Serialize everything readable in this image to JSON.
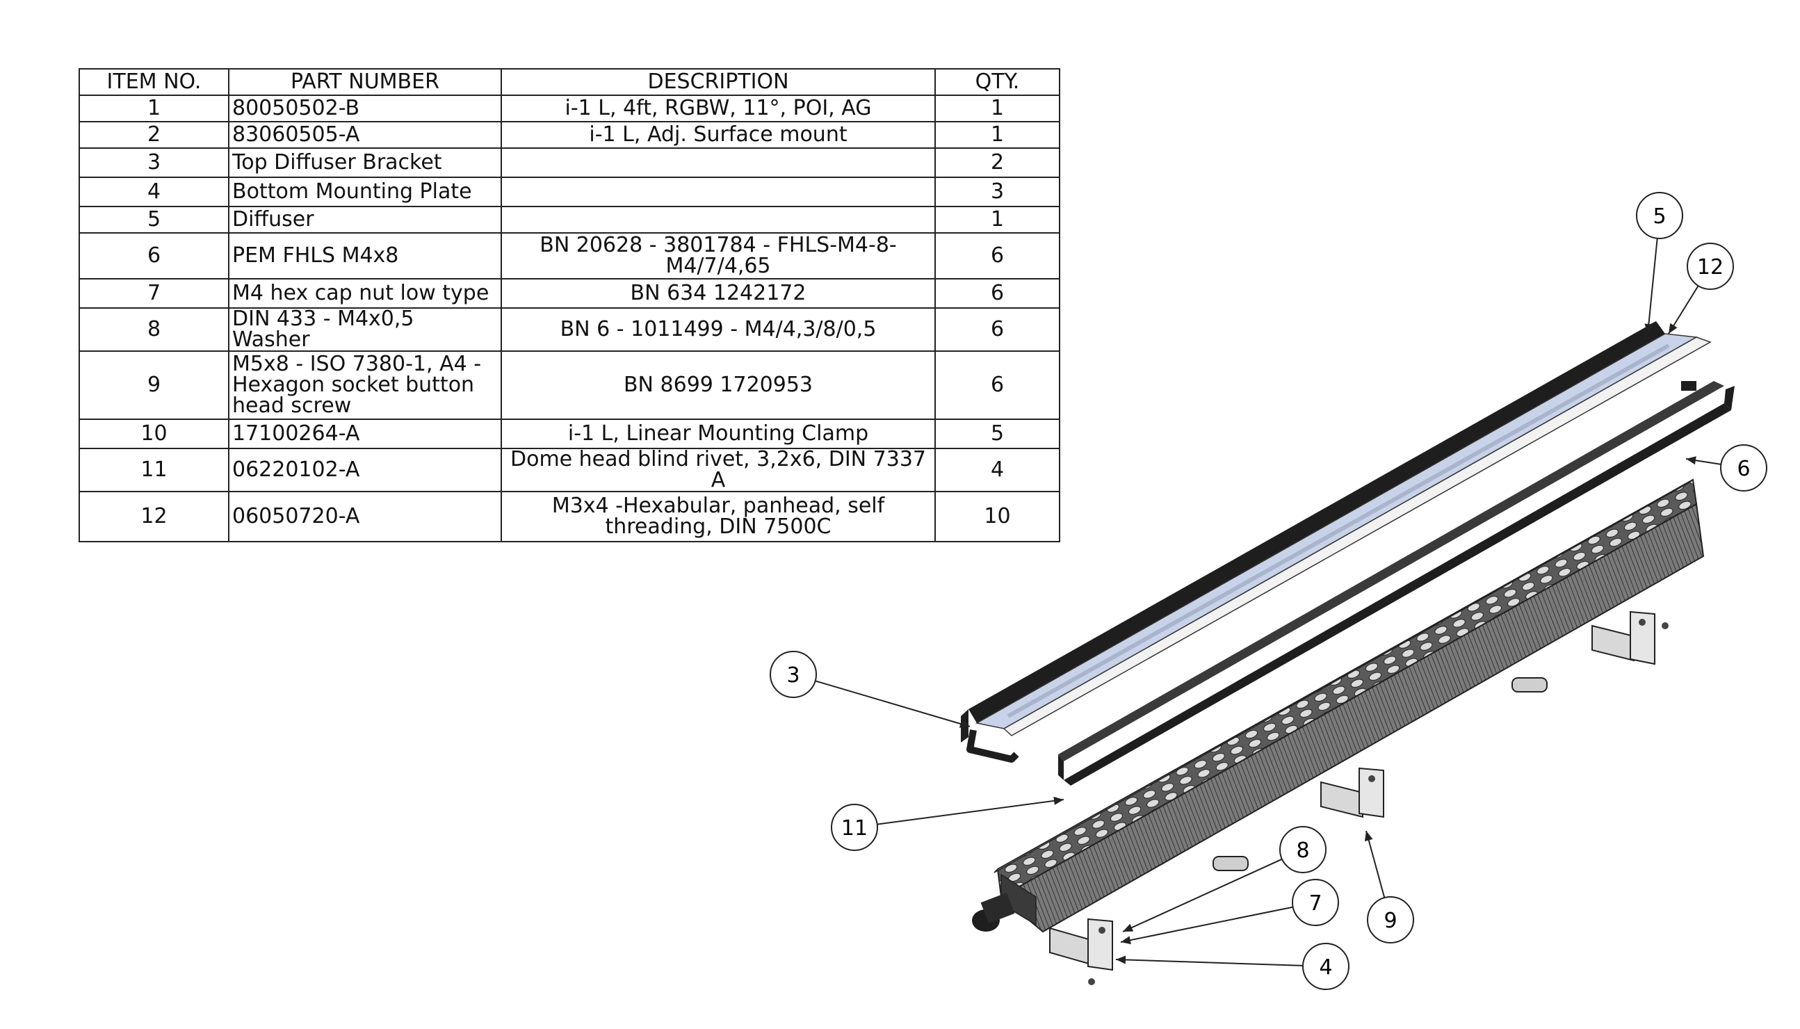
{
  "bom": {
    "headers": [
      "ITEM NO.",
      "PART NUMBER",
      "DESCRIPTION",
      "QTY."
    ],
    "rows": [
      {
        "item": "1",
        "part": "80050502-B",
        "desc": "i-1 L, 4ft, RGBW, 11°, POI, AG",
        "qty": "1"
      },
      {
        "item": "2",
        "part": "83060505-A",
        "desc": "i-1 L, Adj. Surface mount",
        "qty": "1"
      },
      {
        "item": "3",
        "part": "Top Diffuser Bracket",
        "desc": "",
        "qty": "2"
      },
      {
        "item": "4",
        "part": "Bottom Mounting Plate",
        "desc": "",
        "qty": "3"
      },
      {
        "item": "5",
        "part": "Diffuser",
        "desc": "",
        "qty": "1"
      },
      {
        "item": "6",
        "part": "PEM FHLS M4x8",
        "desc": "BN 20628 - 3801784 - FHLS-M4-8-\nM4/7/4,65",
        "qty": "6"
      },
      {
        "item": "7",
        "part": "M4 hex cap nut low type",
        "desc": "BN 634 1242172",
        "qty": "6"
      },
      {
        "item": "8",
        "part": "DIN 433 - M4x0,5 Washer",
        "desc": "BN 6 - 1011499 - M4/4,3/8/0,5",
        "qty": "6"
      },
      {
        "item": "9",
        "part": "M5x8 - ISO 7380-1, A4 -\nHexagon socket button\nhead screw",
        "desc": "BN 8699 1720953",
        "qty": "6"
      },
      {
        "item": "10",
        "part": "17100264-A",
        "desc": "i-1 L, Linear Mounting Clamp",
        "qty": "5"
      },
      {
        "item": "11",
        "part": "06220102-A",
        "desc": "Dome head blind rivet, 3,2x6, DIN 7337 A",
        "qty": "4"
      },
      {
        "item": "12",
        "part": "06050720-A",
        "desc": "M3x4 -Hexabular, panhead, self\nthreading, DIN 7500C",
        "qty": "10"
      }
    ]
  },
  "balloons": [
    {
      "label": "5"
    },
    {
      "label": "12"
    },
    {
      "label": "6"
    },
    {
      "label": "3"
    },
    {
      "label": "11"
    },
    {
      "label": "8"
    },
    {
      "label": "7"
    },
    {
      "label": "9"
    },
    {
      "label": "4"
    }
  ],
  "colors": {
    "line": "#222222",
    "bracket": "#1e1e1e",
    "diffuser_tint": "#c8d2e8",
    "body": "#8a8a8a",
    "body_dark": "#3a3a3a",
    "plate": "#d8d8d8"
  }
}
